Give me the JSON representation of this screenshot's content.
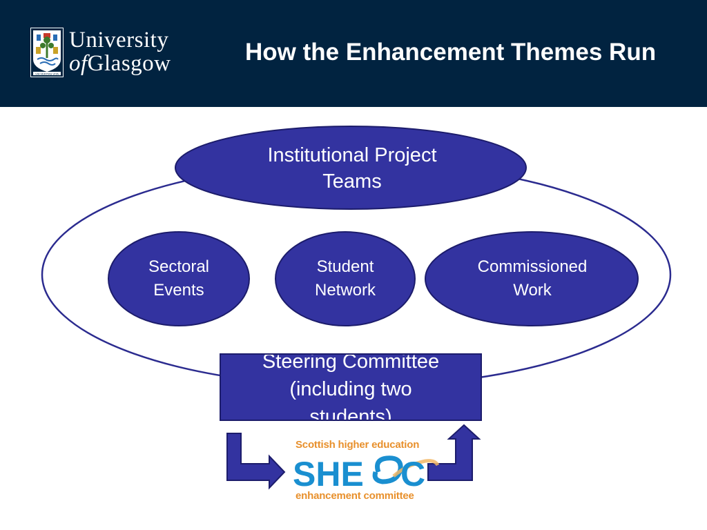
{
  "header": {
    "logo": {
      "line1": "University",
      "line2_of": "of",
      "line2_rest": "Glasgow",
      "motto": "VIA VERITAS VITA"
    },
    "title": "How the Enhancement Themes Run"
  },
  "diagram": {
    "nodes": {
      "institutional_project_teams": [
        "Institutional Project",
        "Teams"
      ],
      "sectoral_events": [
        "Sectoral",
        "Events"
      ],
      "student_network": [
        "Student",
        "Network"
      ],
      "commissioned_work": [
        "Commissioned",
        "Work"
      ],
      "steering_committee": [
        "Steering Committee",
        "(including two",
        "students)"
      ]
    }
  },
  "sheec_logo": {
    "top": "Scottish higher education",
    "mark_left": "SHE",
    "mark_right": "C",
    "bottom": "enhancement committee"
  },
  "colors": {
    "header_bg": "#012340",
    "node_fill": "#3333a0",
    "node_stroke": "#1c1c6b",
    "ring_stroke": "#2b2b8f",
    "arrow_fill": "#3333a0",
    "sheec_blue": "#1a8fd0",
    "sheec_orange": "#e8902c"
  }
}
